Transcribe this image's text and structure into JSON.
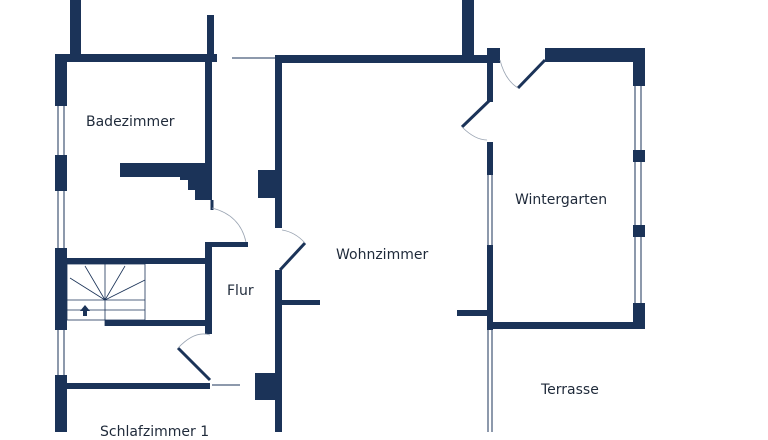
{
  "plan": {
    "wall_color": "#1b3358",
    "rooms": {
      "badezimmer": "Badezimmer",
      "flur": "Flur",
      "wohnzimmer": "Wohnzimmer",
      "wintergarten": "Wintergarten",
      "terrasse": "Terrasse",
      "schlafzimmer": "Schlafzimmer 1"
    }
  }
}
